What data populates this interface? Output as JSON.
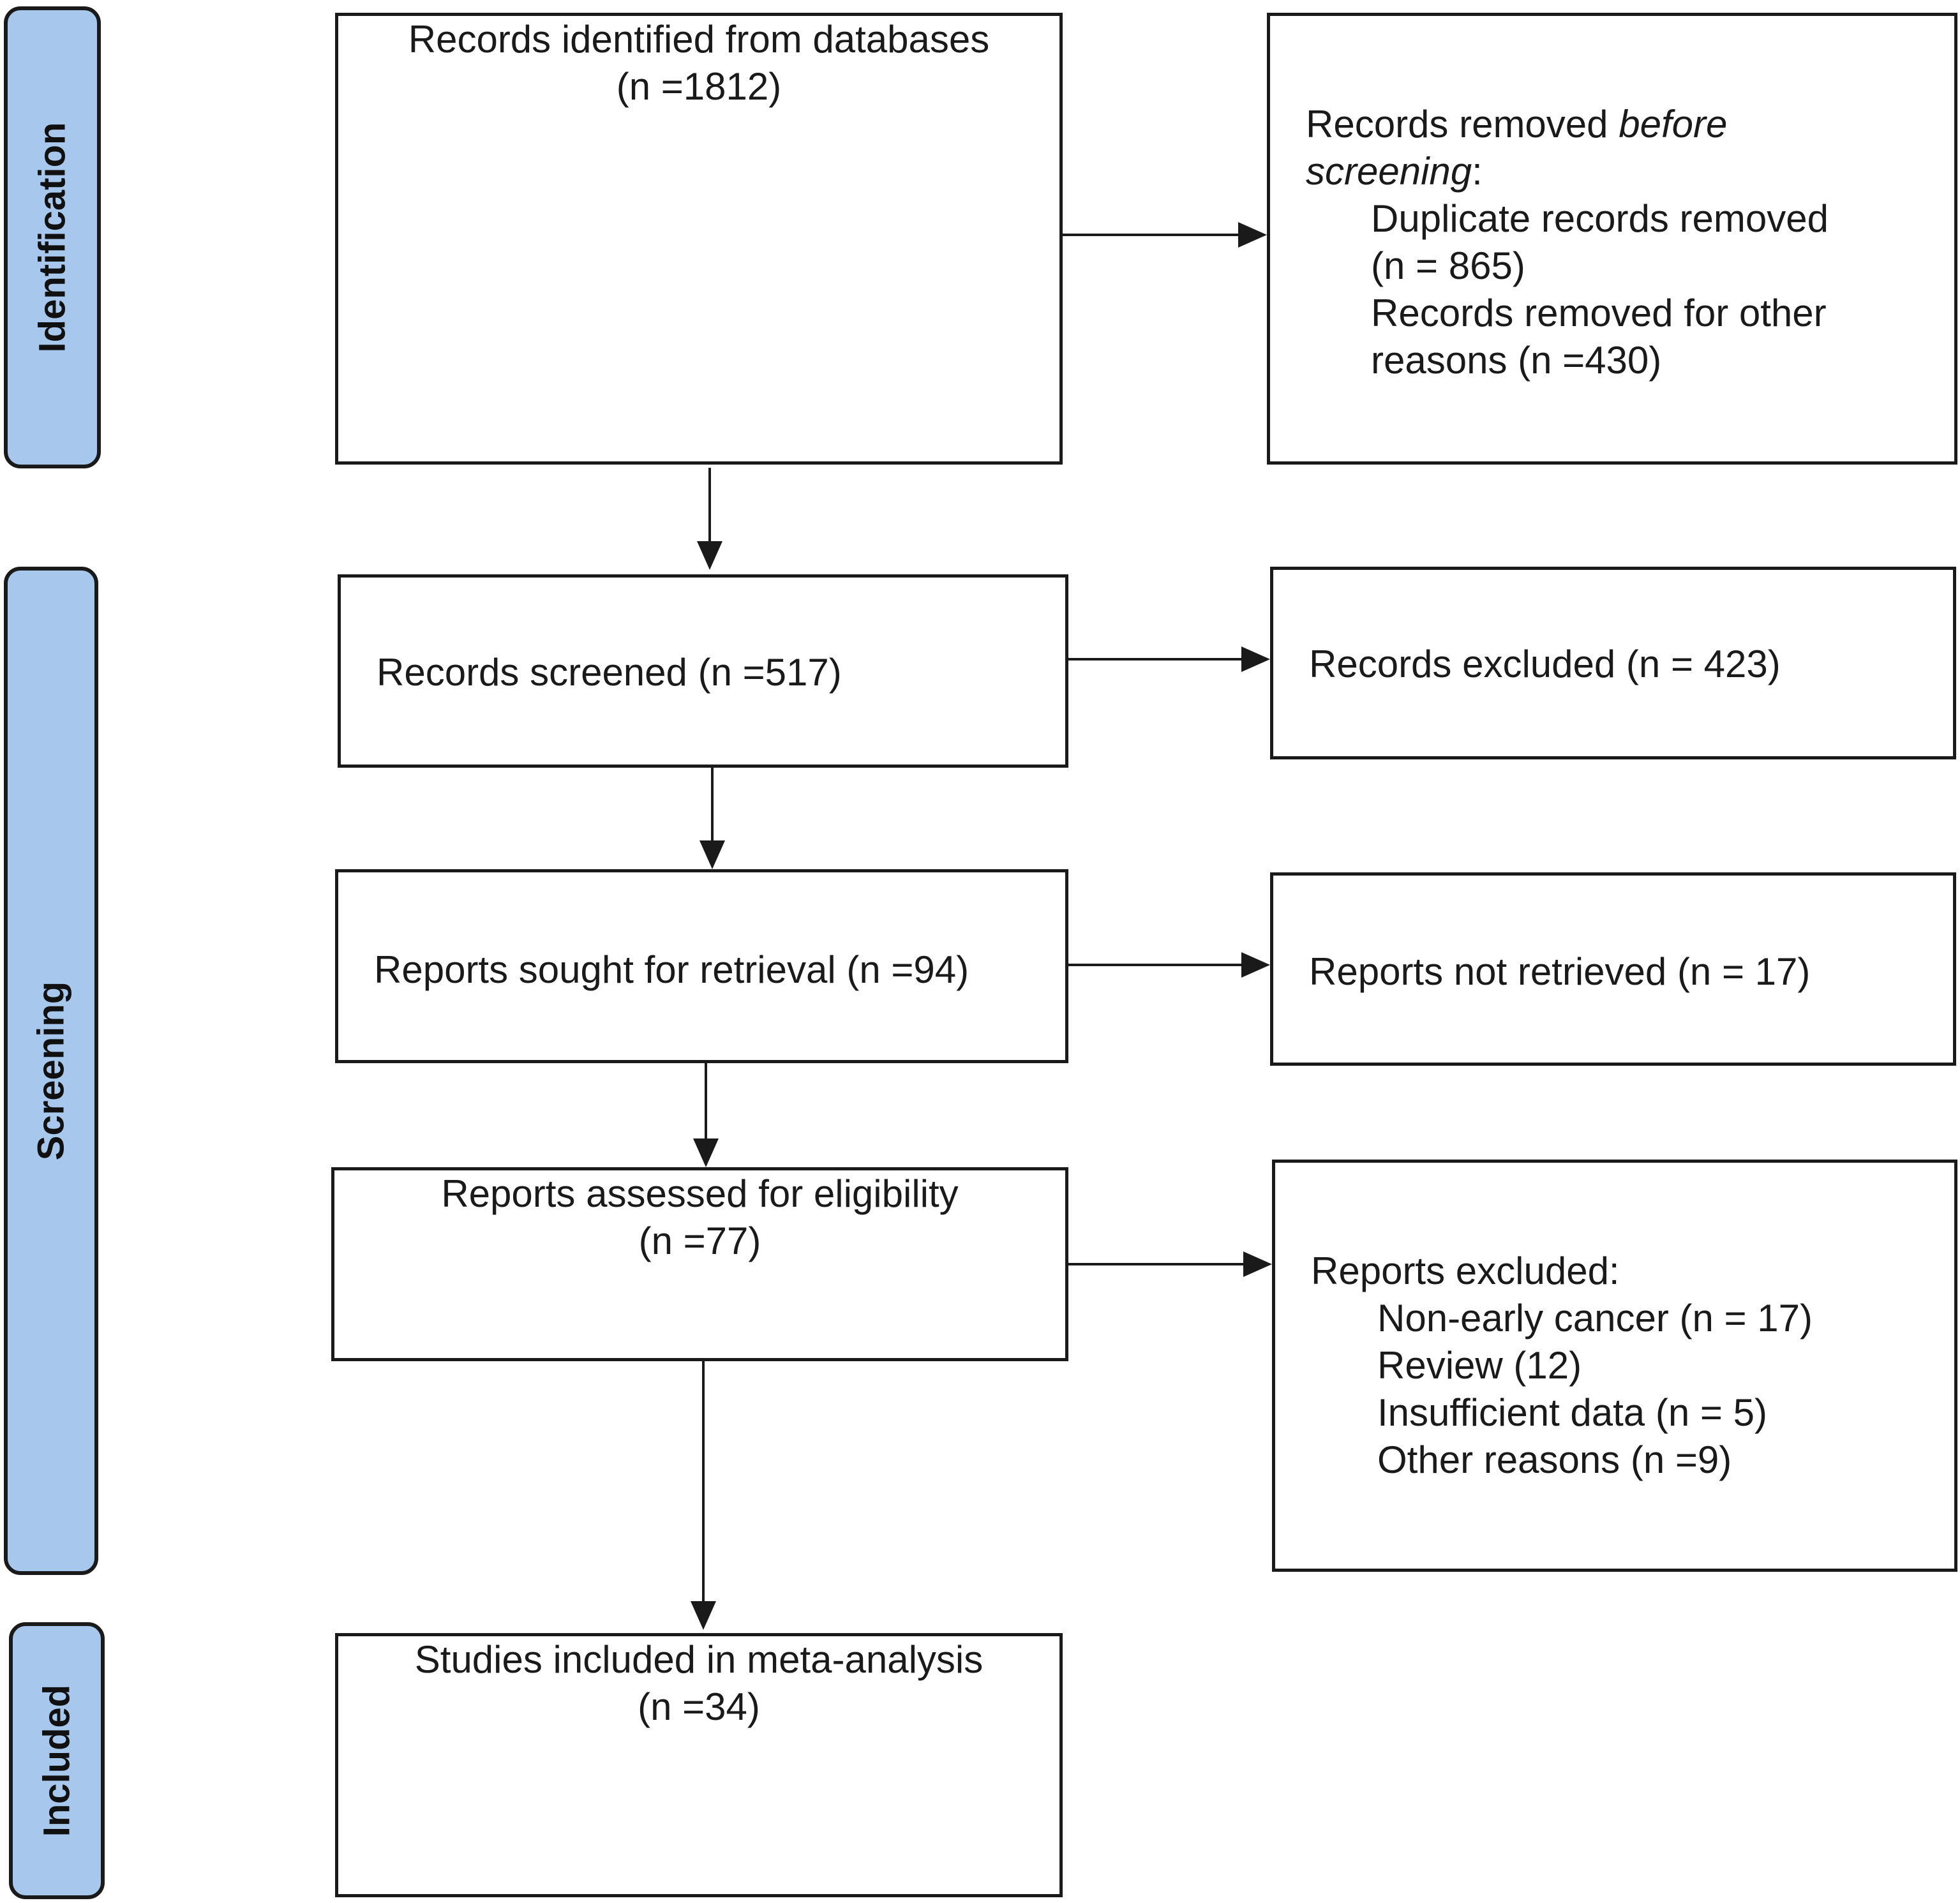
{
  "stages": {
    "identification": "Identification",
    "screening": "Screening",
    "included": "Included"
  },
  "identified": {
    "line1": "Records identified from databases",
    "line2": "(n =1812)"
  },
  "removed_before": {
    "heading_prefix": "Records removed ",
    "heading_italic_1": "before",
    "heading_italic_2": "screening",
    "heading_suffix": ":",
    "duplicates_line1": "Duplicate records removed",
    "duplicates_line2": "(n = 865)",
    "other_line1": "Records removed for other",
    "other_line2": "reasons (n =430)"
  },
  "screened": {
    "label": "Records screened (n =517)"
  },
  "excluded_records": {
    "label": "Records excluded (n = 423)"
  },
  "sought": {
    "label": "Reports sought for retrieval (n =94)"
  },
  "not_retrieved": {
    "label": "Reports not retrieved (n = 17)"
  },
  "assessed": {
    "line1": "Reports assessed for eligibility",
    "line2": "(n =77)"
  },
  "reports_excluded": {
    "heading": "Reports excluded:",
    "items": [
      "Non-early cancer (n = 17)",
      "Review (12)",
      "Insufficient data (n = 5)",
      "Other reasons (n =9)"
    ]
  },
  "included_studies": {
    "line1": "Studies included in meta-analysis",
    "line2": "(n =34)"
  },
  "colors": {
    "stage_fill": "#a7c8ec",
    "stroke": "#1a1a1a"
  }
}
